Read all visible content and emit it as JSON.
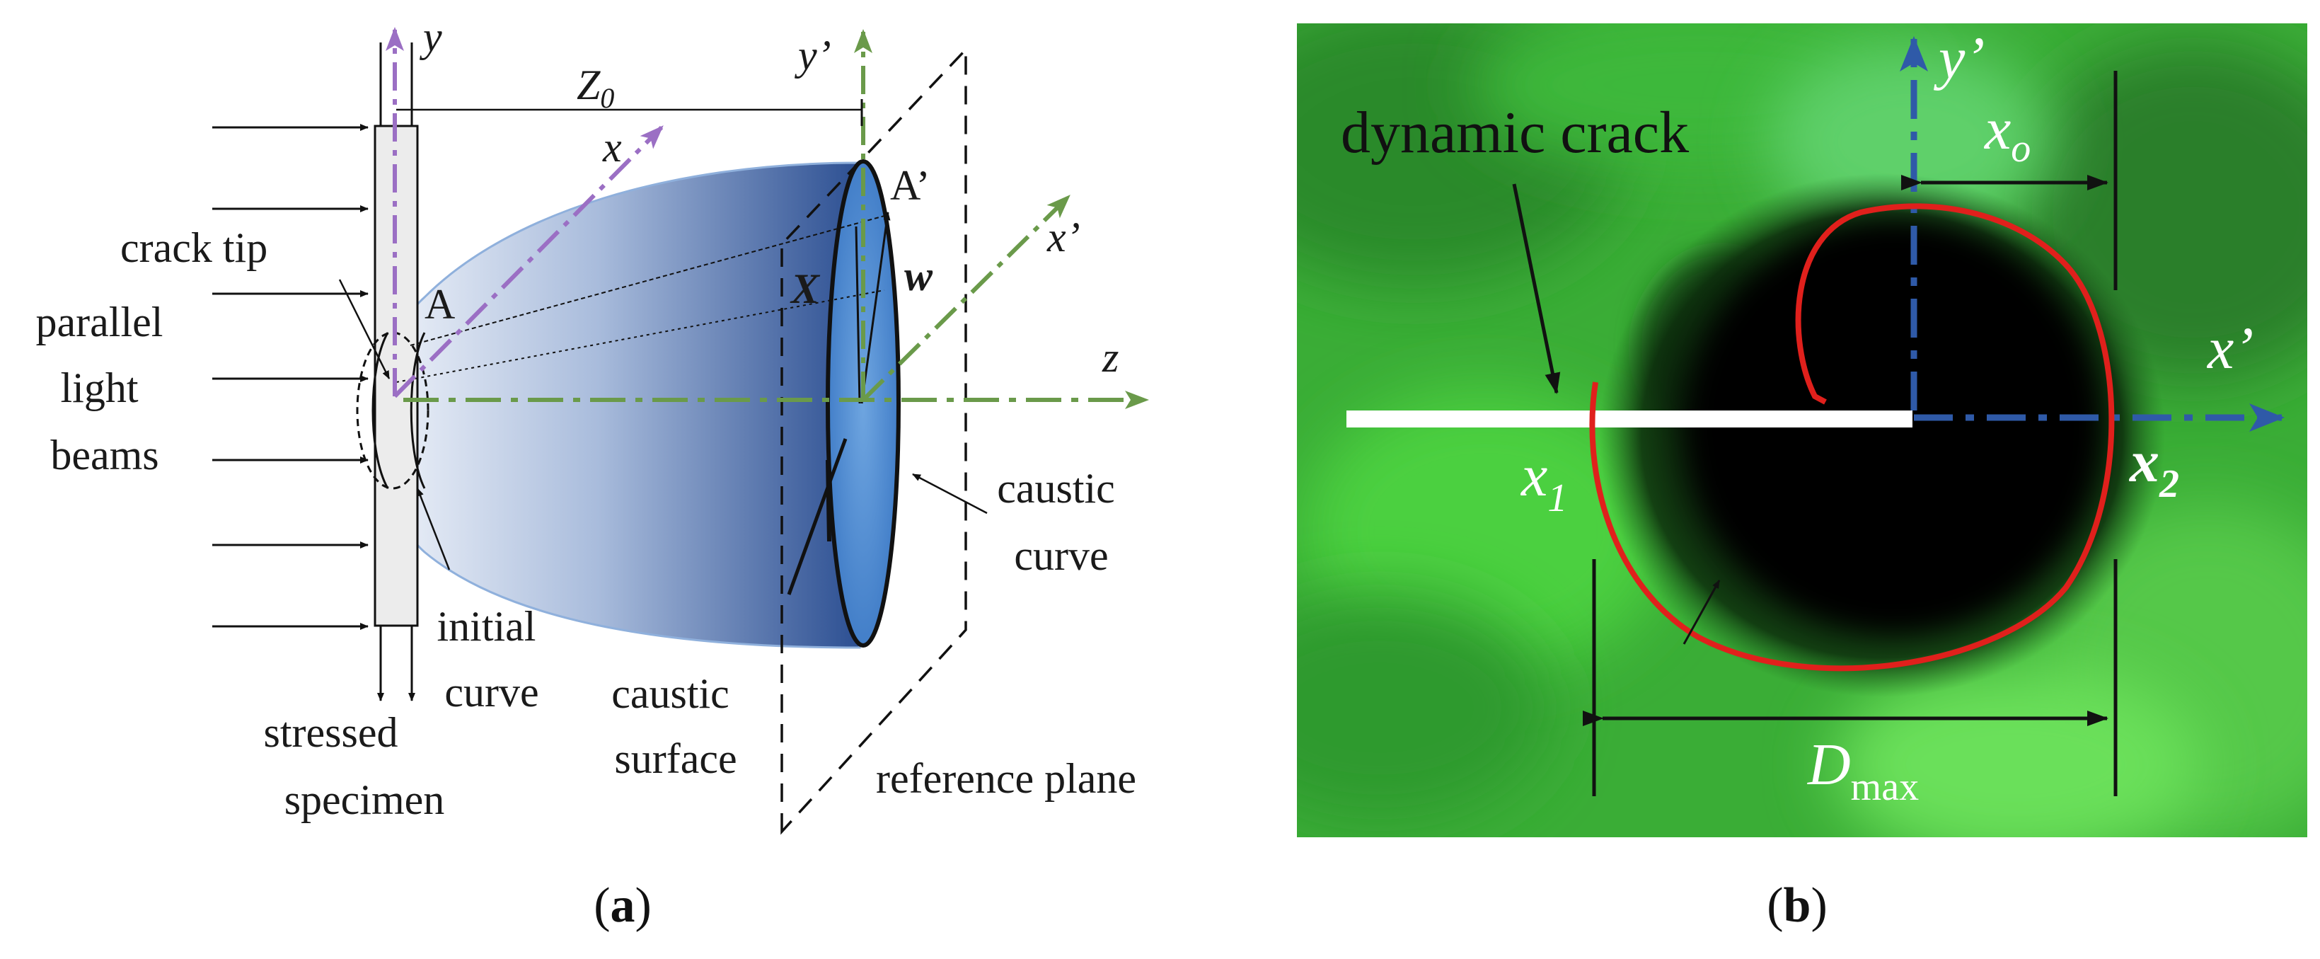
{
  "panel_a": {
    "caption": "(a)",
    "axes": {
      "y": "y",
      "x": "x",
      "z": "z",
      "y_prime": "y’",
      "x_prime": "x’",
      "z0": "Z",
      "z0_sub": "0"
    },
    "points": {
      "A": "A",
      "A_prime": "A’"
    },
    "vectors": {
      "X": "X",
      "w": "w"
    },
    "labels": {
      "crack_tip": "crack tip",
      "parallel_light_beams": [
        "parallel",
        "light",
        "beams"
      ],
      "initial_curve": [
        "initial",
        "curve"
      ],
      "stressed_specimen": [
        "stressed",
        "specimen"
      ],
      "caustic_surface": [
        "caustic",
        "surface"
      ],
      "caustic_curve": [
        "caustic",
        "curve"
      ],
      "reference_plane": "reference plane"
    }
  },
  "panel_b": {
    "caption": "(b)",
    "labels": {
      "dynamic_crack": "dynamic crack",
      "y_prime": "y’",
      "x_prime": "x’",
      "x_o": "x",
      "x_o_sub": "o",
      "x1": "x",
      "x1_sub": "1",
      "x2": "x",
      "x2_sub": "2",
      "d_max": "D",
      "d_max_sub": "max"
    }
  },
  "colors": {
    "purple_axis": "#9b6fc4",
    "green_axis": "#6a9a4a",
    "blue_axis": "#2f5aa8",
    "caustic_red": "#e0201c",
    "surface_blue": "#3c6bb3",
    "photo_green": "#3ab33a"
  }
}
